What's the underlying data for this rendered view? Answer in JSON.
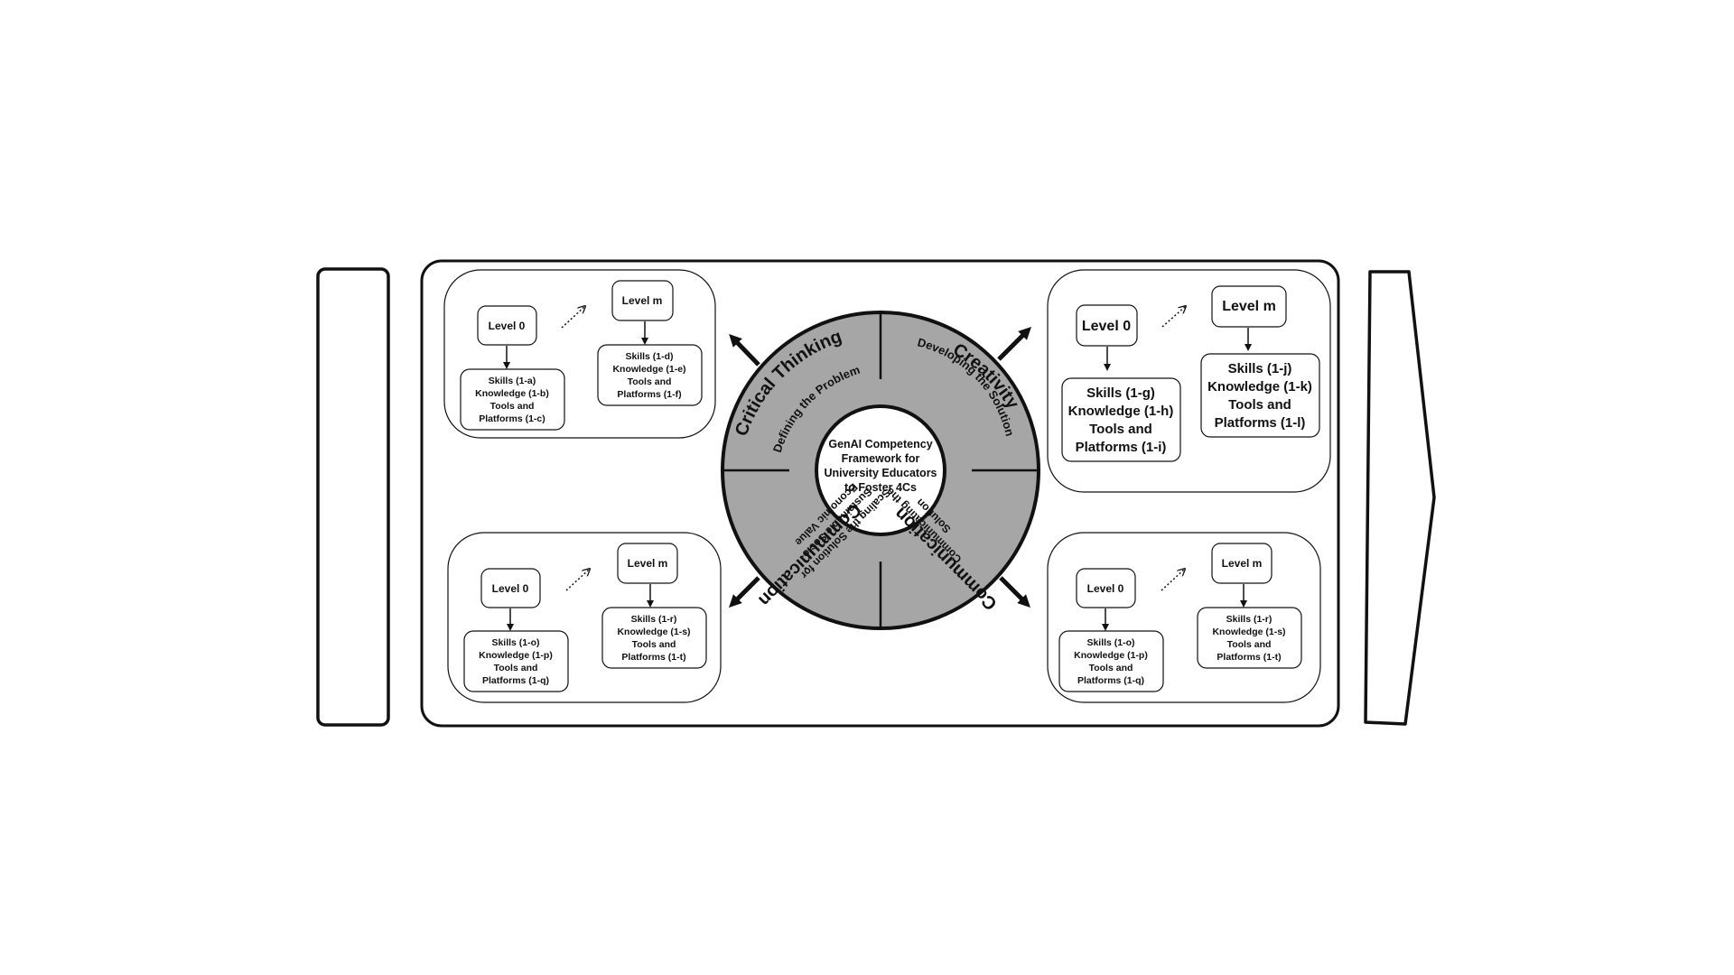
{
  "center": {
    "lines": [
      "GenAI Competency",
      "Framework for",
      "University Educators",
      "to Foster 4Cs"
    ]
  },
  "segments": [
    {
      "title": "Critical Thinking",
      "subtitle": "Defining the Problem"
    },
    {
      "title": "Creativity",
      "subtitle": "Developing the Solution"
    },
    {
      "title": "Communication",
      "subtitle_lines": [
        "Communicating the",
        "Solution"
      ]
    },
    {
      "title": "Communication",
      "subtitle_lines": [
        "Scaling the Solution for",
        "Sustainable Socio-",
        "Economic Value"
      ]
    }
  ],
  "panels": [
    {
      "level_start": "Level 0",
      "level_end": "Level m",
      "start_box": [
        "Skills (1-a)",
        "Knowledge (1-b)",
        "Tools and",
        "Platforms (1-c)"
      ],
      "end_box": [
        "Skills (1-d)",
        "Knowledge (1-e)",
        "Tools and",
        "Platforms (1-f)"
      ]
    },
    {
      "level_start": "Level 0",
      "level_end": "Level m",
      "start_box": [
        "Skills (1-g)",
        "Knowledge (1-h)",
        "Tools and",
        "Platforms (1-i)"
      ],
      "end_box": [
        "Skills (1-j)",
        "Knowledge (1-k)",
        "Tools and",
        "Platforms (1-l)"
      ]
    },
    {
      "level_start": "Level 0",
      "level_end": "Level m",
      "start_box": [
        "Skills (1-o)",
        "Knowledge (1-p)",
        "Tools and",
        "Platforms (1-q)"
      ],
      "end_box": [
        "Skills (1-r)",
        "Knowledge (1-s)",
        "Tools and",
        "Platforms (1-t)"
      ]
    },
    {
      "level_start": "Level 0",
      "level_end": "Level m",
      "start_box": [
        "Skills (1-o)",
        "Knowledge (1-p)",
        "Tools and",
        "Platforms (1-q)"
      ],
      "end_box": [
        "Skills (1-r)",
        "Knowledge (1-s)",
        "Tools and",
        "Platforms (1-t)"
      ]
    }
  ],
  "colors": {
    "ring_fill": "#a6a6a6",
    "stroke": "#111111",
    "background": "#ffffff"
  }
}
